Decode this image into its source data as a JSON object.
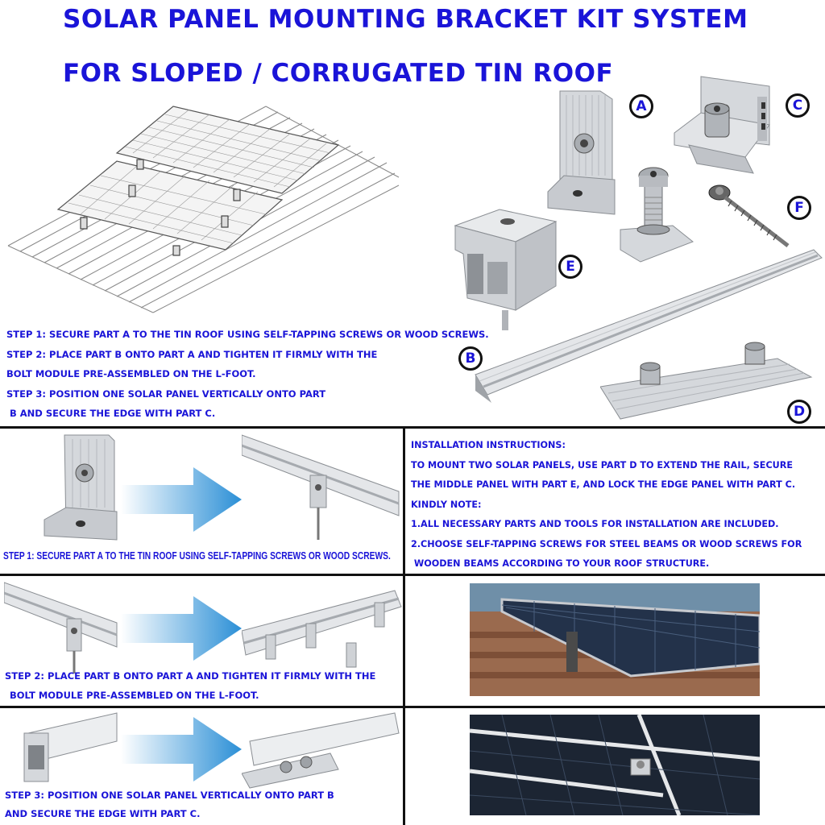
{
  "title": {
    "line1": "SOLAR PANEL MOUNTING BRACKET KIT SYSTEM",
    "line2": "FOR SLOPED / CORRUGATED TIN ROOF"
  },
  "parts": {
    "a": "A",
    "b": "B",
    "c": "C",
    "d": "D",
    "e": "E",
    "f": "F"
  },
  "steps_top": [
    "STEP 1: SECURE PART A TO THE TIN ROOF USING SELF-TAPPING SCREWS OR WOOD SCREWS.",
    "STEP 2: PLACE PART B ONTO PART A AND TIGHTEN IT FIRMLY WITH THE",
    "BOLT MODULE PRE-ASSEMBLED ON THE L-FOOT.",
    "STEP 3: POSITION ONE SOLAR PANEL VERTICALLY ONTO PART",
    " B AND SECURE THE EDGE WITH PART C."
  ],
  "step_panels": {
    "step1": "STEP 1: SECURE PART A TO THE TIN ROOF USING SELF-TAPPING SCREWS OR WOOD SCREWS.",
    "step2_line1": "STEP 2: PLACE PART B ONTO PART A AND TIGHTEN IT FIRMLY WITH THE",
    "step2_line2": "BOLT MODULE PRE-ASSEMBLED ON THE L-FOOT.",
    "step3_line1": "STEP 3: POSITION ONE SOLAR PANEL VERTICALLY ONTO PART B",
    "step3_line2": "AND SECURE THE EDGE WITH PART C."
  },
  "installation": [
    "INSTALLATION INSTRUCTIONS:",
    "TO MOUNT TWO SOLAR PANELS, USE PART D TO EXTEND THE RAIL, SECURE",
    "THE MIDDLE PANEL WITH PART E, AND LOCK THE EDGE PANEL WITH PART C.",
    "KINDLY NOTE:",
    "1.ALL NECESSARY PARTS AND TOOLS FOR INSTALLATION ARE INCLUDED.",
    "2.CHOOSE SELF-TAPPING SCREWS FOR STEEL BEAMS OR WOOD SCREWS FOR",
    " WOODEN BEAMS ACCORDING TO YOUR ROOF STRUCTURE."
  ],
  "colors": {
    "text_blue": "#1a14d8",
    "arrow_blue": "#2b8fd6",
    "aluminum": "#c9ccd0",
    "divider": "#111111"
  }
}
